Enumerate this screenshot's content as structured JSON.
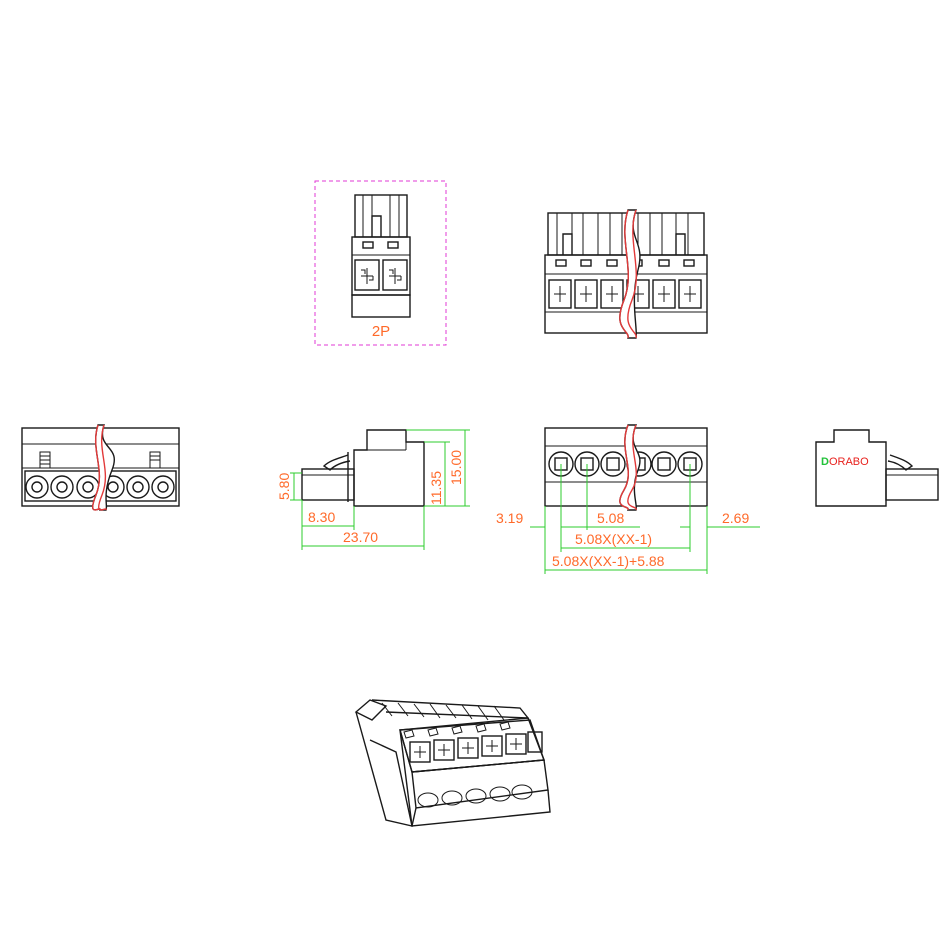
{
  "variant_label": "2P",
  "brand": {
    "initial": "D",
    "rest": "ORABO"
  },
  "colors": {
    "outline": "#1a1a1a",
    "dimension_line": "#2ecc2e",
    "dimension_text": "#ff6a2a",
    "break_line": "#e23a3a",
    "frame": "#e23ad6",
    "brand_text": "#e8221e",
    "brand_initial": "#22c23a"
  },
  "dimensions": {
    "pin_height": "5.80",
    "body_height": "11.35",
    "total_height": "15.00",
    "pin_length": "8.30",
    "total_length": "23.70",
    "left_margin": "3.19",
    "pitch": "5.08",
    "right_margin": "2.69",
    "span_formula": "5.08X(XX-1)",
    "total_formula": "5.08X(XX-1)+5.88"
  }
}
